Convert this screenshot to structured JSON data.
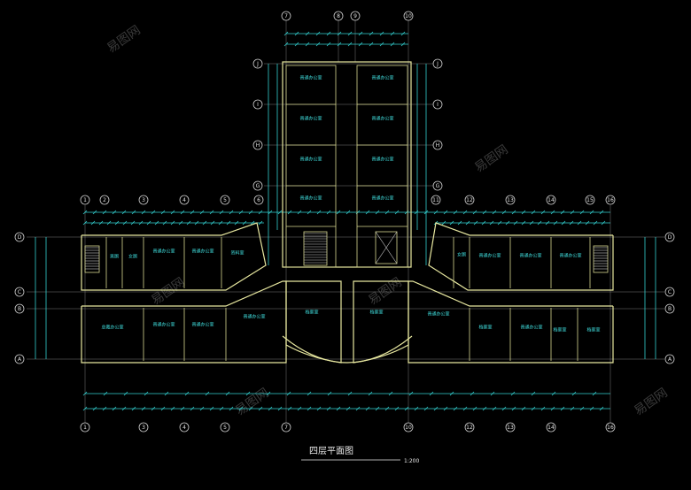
{
  "drawing": {
    "title": "四层平面图",
    "scale": "1:200"
  },
  "axis_labels_top": [
    "1",
    "2",
    "3",
    "4",
    "5",
    "6",
    "11",
    "12",
    "13",
    "14",
    "15",
    "16"
  ],
  "axis_labels_top_center": [
    "7",
    "8",
    "9",
    "10"
  ],
  "axis_labels_bottom": [
    "1",
    "3",
    "4",
    "5",
    "7",
    "10",
    "12",
    "13",
    "14",
    "16"
  ],
  "axis_labels_side": [
    "D",
    "C",
    "B",
    "A"
  ],
  "axis_labels_tower": [
    "J",
    "I",
    "H",
    "G"
  ],
  "rooms": {
    "tower": [
      "普通办公室",
      "普通办公室",
      "普通办公室",
      "普通办公室",
      "普通办公室",
      "普通办公室",
      "普通办公室",
      "普通办公室"
    ],
    "left_top": [
      "男厕",
      "女厕",
      "普通办公室",
      "普通办公室",
      "资料室"
    ],
    "left_bottom": [
      "总裁办公室",
      "普通办公室",
      "普通办公室",
      "普通办公室"
    ],
    "center": [
      "档案室",
      "档案室"
    ],
    "right_top": [
      "女厕",
      "普通办公室",
      "普通办公室",
      "普通办公室"
    ],
    "right_bottom": [
      "普通办公室",
      "档案室",
      "普通办公室",
      "档案室",
      "档案室"
    ]
  },
  "watermark": "易图网",
  "colors": {
    "wall": "#e8e8a0",
    "dimension": "#33d0d0",
    "text": "#40e0e0",
    "background": "#000000"
  }
}
